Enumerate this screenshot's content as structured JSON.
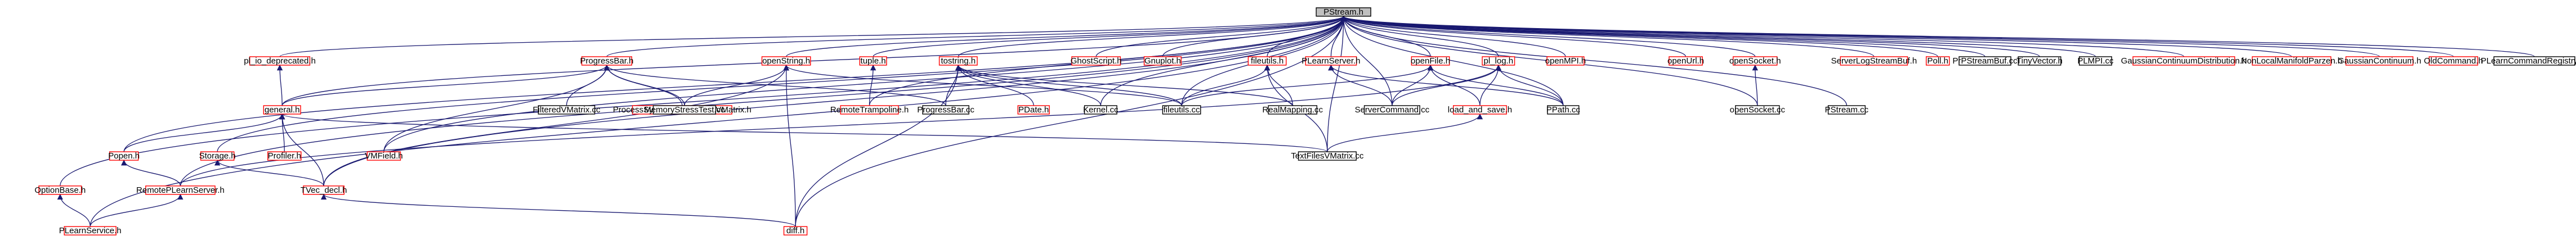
{
  "graph": {
    "style": {
      "edge_color": "#191970",
      "node_fill": "#ffffff",
      "root_fill": "#bfbfbf",
      "red_border": "#ff0000",
      "black_border": "#000000"
    },
    "root": "PStream.h",
    "nodes": [
      {
        "id": "root",
        "label": "PStream.h",
        "border": "black",
        "root": true
      },
      {
        "id": "pl_io_deprecated",
        "label": "pl_io_deprecated.h",
        "border": "red"
      },
      {
        "id": "ProgressBar_h",
        "label": "ProgressBar.h",
        "border": "red"
      },
      {
        "id": "openString_h",
        "label": "openString.h",
        "border": "red"
      },
      {
        "id": "tuple_h",
        "label": "tuple.h",
        "border": "red"
      },
      {
        "id": "tostring_h",
        "label": "tostring.h",
        "border": "red"
      },
      {
        "id": "GhostScript_h",
        "label": "GhostScript.h",
        "border": "red"
      },
      {
        "id": "Gnuplot_h",
        "label": "Gnuplot.h",
        "border": "red"
      },
      {
        "id": "fileutils_h",
        "label": "fileutils.h",
        "border": "red"
      },
      {
        "id": "PLearnServer_h",
        "label": "PLearnServer.h",
        "border": "red"
      },
      {
        "id": "openFile_h",
        "label": "openFile.h",
        "border": "red"
      },
      {
        "id": "pl_log_h",
        "label": "pl_log.h",
        "border": "red"
      },
      {
        "id": "openMPI_h",
        "label": "openMPI.h",
        "border": "red"
      },
      {
        "id": "openUrl_h",
        "label": "openUrl.h",
        "border": "red"
      },
      {
        "id": "openSocket_h",
        "label": "openSocket.h",
        "border": "red"
      },
      {
        "id": "ServerLogStreamBuf_h",
        "label": "ServerLogStreamBuf.h",
        "border": "red"
      },
      {
        "id": "Poll_h",
        "label": "Poll.h",
        "border": "red"
      },
      {
        "id": "PrPStreamBuf_cc",
        "label": "PrPStreamBuf.cc",
        "border": "black"
      },
      {
        "id": "TinyVector_h",
        "label": "TinyVector.h",
        "border": "black"
      },
      {
        "id": "PLMPI_cc",
        "label": "PLMPI.cc",
        "border": "black"
      },
      {
        "id": "GaussianContinuumDistribution_h",
        "label": "GaussianContinuumDistribution.h",
        "border": "red"
      },
      {
        "id": "NonLocalManifoldParzen_h",
        "label": "NonLocalManifoldParzen.h",
        "border": "red"
      },
      {
        "id": "GaussianContinuum_h",
        "label": "GaussianContinuum.h",
        "border": "red"
      },
      {
        "id": "OldCommand_h",
        "label": "OldCommand.h",
        "border": "red"
      },
      {
        "id": "PLearnCommandRegistry_cc",
        "label": "PLearnCommandRegistry.cc",
        "border": "black"
      },
      {
        "id": "general_h",
        "label": "general.h",
        "border": "red"
      },
      {
        "id": "ProcessSymbolicSequenceVMatrix_h",
        "label": "ProcessSymbolicSequenceVMatrix.h",
        "border": "red"
      },
      {
        "id": "FilteredVMatrix_cc",
        "label": "FilteredVMatrix.cc",
        "border": "black"
      },
      {
        "id": "MemoryStressTest_cc",
        "label": "MemoryStressTest.cc",
        "border": "black"
      },
      {
        "id": "RemoteTrampoline_h",
        "label": "RemoteTrampoline.h",
        "border": "red"
      },
      {
        "id": "ProgressBar_cc",
        "label": "ProgressBar.cc",
        "border": "black"
      },
      {
        "id": "PDate_h",
        "label": "PDate.h",
        "border": "red"
      },
      {
        "id": "Kernel_cc",
        "label": "Kernel.cc",
        "border": "black"
      },
      {
        "id": "fileutils_cc",
        "label": "fileutils.cc",
        "border": "black"
      },
      {
        "id": "RealMapping_cc",
        "label": "RealMapping.cc",
        "border": "black"
      },
      {
        "id": "ServerCommand_cc",
        "label": "ServerCommand.cc",
        "border": "black"
      },
      {
        "id": "load_and_save_h",
        "label": "load_and_save.h",
        "border": "red"
      },
      {
        "id": "PPath_cc",
        "label": "PPath.cc",
        "border": "black"
      },
      {
        "id": "openSocket_cc",
        "label": "openSocket.cc",
        "border": "black"
      },
      {
        "id": "PStream_cc",
        "label": "PStream.cc",
        "border": "black"
      },
      {
        "id": "Popen_h",
        "label": "Popen.h",
        "border": "red"
      },
      {
        "id": "Profiler_h",
        "label": "Profiler.h",
        "border": "red"
      },
      {
        "id": "VMField_h",
        "label": "VMField.h",
        "border": "red"
      },
      {
        "id": "TextFilesVMatrix_cc",
        "label": "TextFilesVMatrix.cc",
        "border": "black"
      },
      {
        "id": "Storage_h",
        "label": "Storage.h",
        "border": "red"
      },
      {
        "id": "OptionBase_h",
        "label": "OptionBase.h",
        "border": "red"
      },
      {
        "id": "RemotePLearnServer_h",
        "label": "RemotePLearnServer.h",
        "border": "red"
      },
      {
        "id": "TVec_decl_h",
        "label": "TVec_decl.h",
        "border": "red"
      },
      {
        "id": "PLearnService_h",
        "label": "PLearnService.h",
        "border": "red"
      },
      {
        "id": "diff_h",
        "label": "diff.h",
        "border": "red"
      }
    ],
    "edges": [
      [
        "root",
        "pl_io_deprecated"
      ],
      [
        "root",
        "ProgressBar_h"
      ],
      [
        "root",
        "openString_h"
      ],
      [
        "root",
        "tuple_h"
      ],
      [
        "root",
        "tostring_h"
      ],
      [
        "root",
        "GhostScript_h"
      ],
      [
        "root",
        "Gnuplot_h"
      ],
      [
        "root",
        "fileutils_h"
      ],
      [
        "root",
        "PLearnServer_h"
      ],
      [
        "root",
        "openFile_h"
      ],
      [
        "root",
        "pl_log_h"
      ],
      [
        "root",
        "openMPI_h"
      ],
      [
        "root",
        "openUrl_h"
      ],
      [
        "root",
        "openSocket_h"
      ],
      [
        "root",
        "ServerLogStreamBuf_h"
      ],
      [
        "root",
        "Poll_h"
      ],
      [
        "root",
        "PrPStreamBuf_cc"
      ],
      [
        "root",
        "TinyVector_h"
      ],
      [
        "root",
        "PLMPI_cc"
      ],
      [
        "root",
        "GaussianContinuumDistribution_h"
      ],
      [
        "root",
        "NonLocalManifoldParzen_h"
      ],
      [
        "root",
        "GaussianContinuum_h"
      ],
      [
        "root",
        "OldCommand_h"
      ],
      [
        "root",
        "PLearnCommandRegistry_cc"
      ],
      [
        "root",
        "general_h"
      ],
      [
        "root",
        "Popen_h"
      ],
      [
        "root",
        "Storage_h"
      ],
      [
        "root",
        "OptionBase_h"
      ],
      [
        "root",
        "PLearnService_h"
      ],
      [
        "root",
        "RemotePLearnServer_h"
      ],
      [
        "root",
        "TVec_decl_h"
      ],
      [
        "root",
        "VMField_h"
      ],
      [
        "root",
        "RemoteTrampoline_h"
      ],
      [
        "root",
        "fileutils_cc"
      ],
      [
        "root",
        "Kernel_cc"
      ],
      [
        "root",
        "ServerCommand_cc"
      ],
      [
        "root",
        "PPath_cc"
      ],
      [
        "root",
        "PStream_cc"
      ],
      [
        "root",
        "openSocket_cc"
      ],
      [
        "root",
        "TextFilesVMatrix_cc"
      ],
      [
        "root",
        "diff_h"
      ],
      [
        "pl_io_deprecated",
        "general_h"
      ],
      [
        "ProgressBar_h",
        "general_h"
      ],
      [
        "ProgressBar_h",
        "ProcessSymbolicSequenceVMatrix_h"
      ],
      [
        "ProgressBar_h",
        "FilteredVMatrix_cc"
      ],
      [
        "ProgressBar_h",
        "MemoryStressTest_cc"
      ],
      [
        "ProgressBar_h",
        "ProgressBar_cc"
      ],
      [
        "ProgressBar_h",
        "VMField_h"
      ],
      [
        "openString_h",
        "MemoryStressTest_cc"
      ],
      [
        "openString_h",
        "fileutils_cc"
      ],
      [
        "openString_h",
        "TVec_decl_h"
      ],
      [
        "openString_h",
        "diff_h"
      ],
      [
        "tuple_h",
        "RemoteTrampoline_h"
      ],
      [
        "tostring_h",
        "ProgressBar_cc"
      ],
      [
        "tostring_h",
        "PDate_h"
      ],
      [
        "tostring_h",
        "Kernel_cc"
      ],
      [
        "tostring_h",
        "fileutils_cc"
      ],
      [
        "tostring_h",
        "RealMapping_cc"
      ],
      [
        "tostring_h",
        "diff_h"
      ],
      [
        "fileutils_h",
        "fileutils_cc"
      ],
      [
        "fileutils_h",
        "RealMapping_cc"
      ],
      [
        "fileutils_h",
        "TextFilesVMatrix_cc"
      ],
      [
        "PLearnServer_h",
        "ServerCommand_cc"
      ],
      [
        "PLearnServer_h",
        "PPath_cc"
      ],
      [
        "openFile_h",
        "ServerCommand_cc"
      ],
      [
        "openFile_h",
        "load_and_save_h"
      ],
      [
        "openFile_h",
        "PPath_cc"
      ],
      [
        "openFile_h",
        "fileutils_cc"
      ],
      [
        "pl_log_h",
        "ServerCommand_cc"
      ],
      [
        "pl_log_h",
        "load_and_save_h"
      ],
      [
        "pl_log_h",
        "PPath_cc"
      ],
      [
        "pl_log_h",
        "RemotePLearnServer_h"
      ],
      [
        "openSocket_h",
        "openSocket_cc"
      ],
      [
        "general_h",
        "Popen_h"
      ],
      [
        "general_h",
        "Profiler_h"
      ],
      [
        "general_h",
        "TVec_decl_h"
      ],
      [
        "general_h",
        "TextFilesVMatrix_cc"
      ],
      [
        "load_and_save_h",
        "TextFilesVMatrix_cc"
      ],
      [
        "Storage_h",
        "TVec_decl_h"
      ],
      [
        "Popen_h",
        "RemotePLearnServer_h"
      ],
      [
        "OptionBase_h",
        "PLearnService_h"
      ],
      [
        "TVec_decl_h",
        "diff_h"
      ],
      [
        "RemotePLearnServer_h",
        "PLearnService_h"
      ]
    ]
  }
}
